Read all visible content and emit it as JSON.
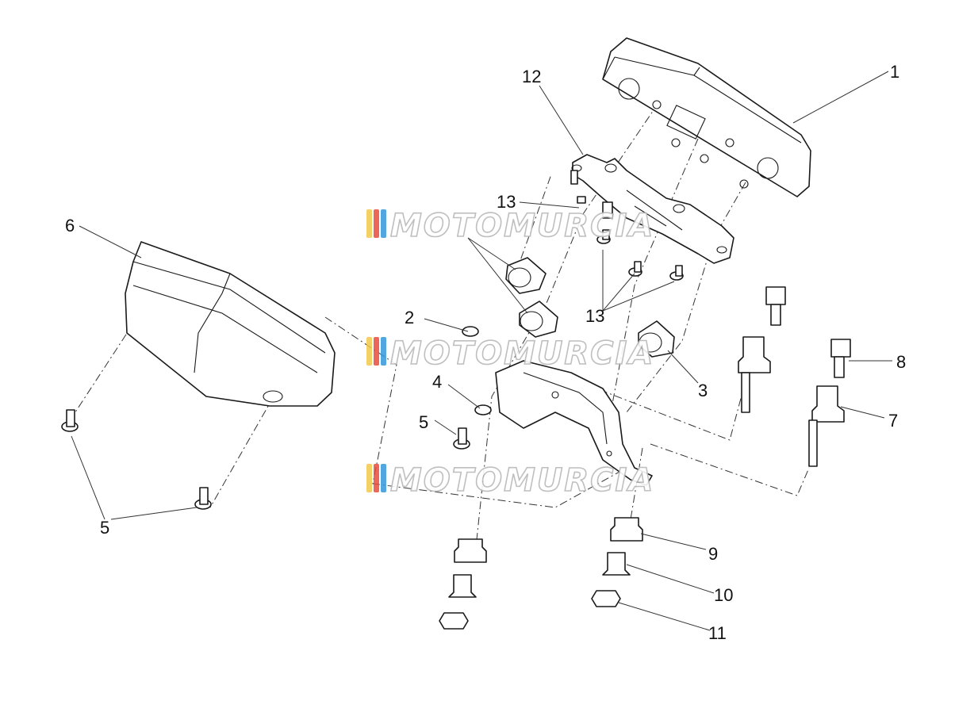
{
  "callouts": {
    "c1": "1",
    "c2": "2",
    "c3": "3",
    "c4": "4",
    "c5a": "5",
    "c5b": "5",
    "c6": "6",
    "c7": "7",
    "c8": "8",
    "c9": "9",
    "c10": "10",
    "c11": "11",
    "c12": "12",
    "c13a": "13",
    "c13b": "13"
  },
  "watermark": {
    "text": "MOTOMURCIA",
    "colors": [
      "#f2c94c",
      "#e74c3c",
      "#3498db"
    ]
  }
}
